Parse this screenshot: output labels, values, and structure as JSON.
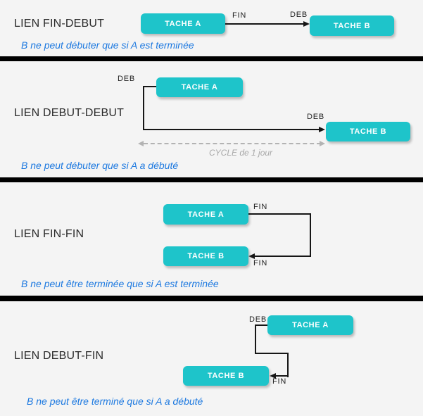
{
  "colors": {
    "background": "#f4f4f4",
    "task_fill": "#1ec4ca",
    "task_text": "#ffffff",
    "note_text": "#1d79e0",
    "title_text": "#2b2b2b",
    "divider": "#000000",
    "connector": "#161616",
    "cycle_gray": "#b3b3b3"
  },
  "sections": [
    {
      "title": "LIEN FIN-DEBUT",
      "task_a": "TACHE A",
      "task_b": "TACHE B",
      "label_start": "FIN",
      "label_end": "DEB",
      "note": "B ne peut débuter que si A est terminée"
    },
    {
      "title": "LIEN DEBUT-DEBUT",
      "task_a": "TACHE A",
      "task_b": "TACHE B",
      "label_start": "DEB",
      "label_end": "DEB",
      "cycle_label": "CYCLE de 1 jour",
      "note": "B ne peut débuter que si A a débuté"
    },
    {
      "title": "LIEN FIN-FIN",
      "task_a": "TACHE A",
      "task_b": "TACHE B",
      "label_start": "FIN",
      "label_end": "FIN",
      "note": "B ne peut être terminée que si A est terminée"
    },
    {
      "title": "LIEN DEBUT-FIN",
      "task_a": "TACHE A",
      "task_b": "TACHE B",
      "label_start": "DEB",
      "label_end": "FIN",
      "note": "B ne peut être terminé que si A a débuté"
    }
  ]
}
